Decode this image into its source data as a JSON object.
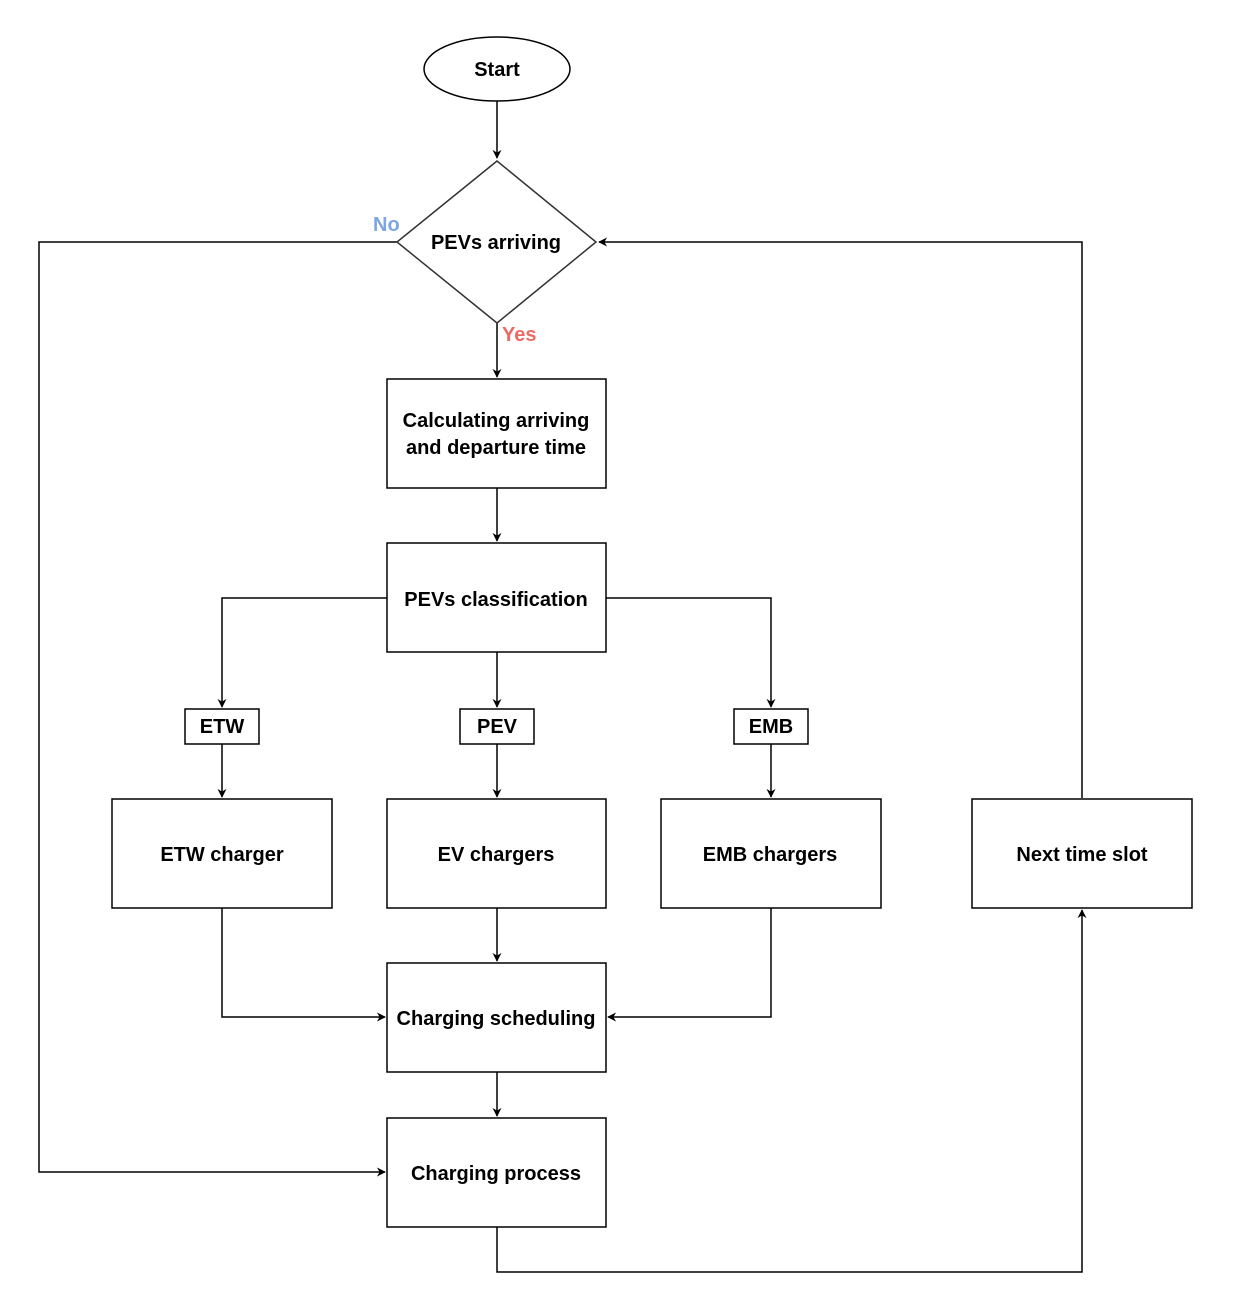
{
  "nodes": {
    "start": "Start",
    "pevs_arriving": "PEVs arriving",
    "calc_line1": "Calculating arriving",
    "calc_line2": "and departure time",
    "classification": "PEVs classification",
    "etw": "ETW",
    "pev": "PEV",
    "emb": "EMB",
    "etw_charger": "ETW charger",
    "ev_chargers": "EV chargers",
    "emb_chargers": "EMB chargers",
    "next_time_slot": "Next time slot",
    "charging_scheduling": "Charging scheduling",
    "charging_process": "Charging process"
  },
  "edge_labels": {
    "no": "No",
    "yes": "Yes"
  },
  "colors": {
    "no": "#7EA6E0",
    "yes": "#EA6B66",
    "stroke": "#000000"
  }
}
